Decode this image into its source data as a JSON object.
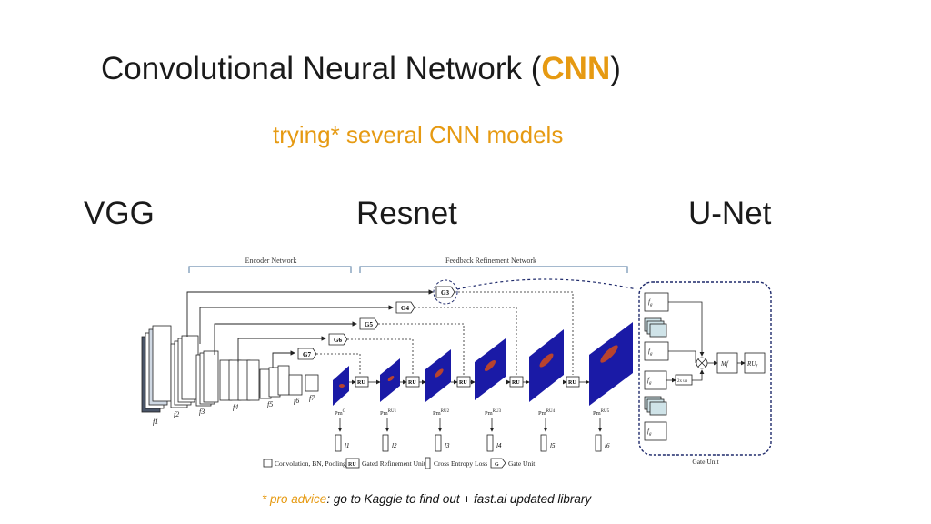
{
  "title": {
    "text": "Convolutional Neural Network (",
    "highlight": "CNN",
    "close": ")"
  },
  "subtitle": "trying* several CNN models",
  "models": [
    "VGG",
    "Resnet",
    "U-Net"
  ],
  "diagram": {
    "encoder_label": "Encoder Network",
    "refinement_label": "Feedback Refinement Network",
    "gate_unit_label": "Gate Unit",
    "features": [
      "f1",
      "f2",
      "f3",
      "f4",
      "f5",
      "f6",
      "f7"
    ],
    "gates": [
      "G7",
      "G6",
      "G5",
      "G4",
      "G3"
    ],
    "ru_boxes": [
      "RU",
      "RU",
      "RU",
      "RU",
      "RU"
    ],
    "prediction_labels": [
      "Pm",
      "Pm",
      "Pm",
      "Pm",
      "Pm",
      "Pm"
    ],
    "prediction_sups": [
      "G",
      "RU1",
      "RU2",
      "RU3",
      "RU4",
      "RU5"
    ],
    "loss_labels": [
      "l1",
      "l2",
      "l3",
      "l4",
      "l5",
      "l6"
    ],
    "gate_detail": [
      "f",
      "f",
      "f",
      "f",
      "Mf",
      "RU"
    ],
    "gate_detail_sub": [
      "g",
      "g",
      "g",
      "g",
      "",
      "f"
    ],
    "upsample_label": "2x up",
    "legend": [
      "Convolution, BN, Pooling",
      "Gated Refinement Unit",
      "Cross Entropy Loss",
      "Gate Unit"
    ],
    "legend_ru": "RU",
    "legend_g": "G"
  },
  "footnote": {
    "star": "* ",
    "highlight": "pro advice",
    "text": ": go to Kaggle to find out + fast.ai updated library"
  },
  "colors": {
    "accent": "#e69a12",
    "text": "#1a1a1a",
    "prediction_bg": "#1a1aa6",
    "prediction_mark": "#b8432e",
    "gate_border": "#1f2a6b",
    "bracket": "#6f8fb0"
  }
}
